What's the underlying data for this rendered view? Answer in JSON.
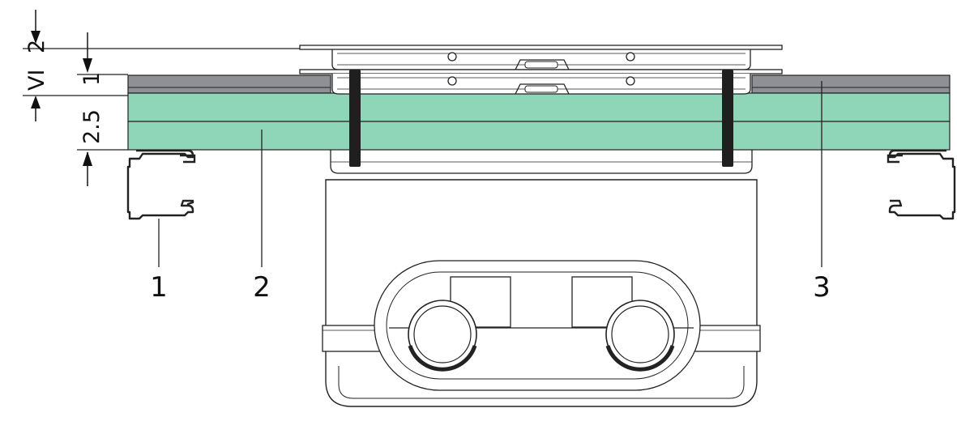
{
  "dimensions": {
    "top_gap": "2",
    "flush_gap": "1",
    "flush_symbol": "VI",
    "panel_thickness": "2.5"
  },
  "callouts": [
    {
      "id": "1",
      "label": "1"
    },
    {
      "id": "2",
      "label": "2"
    },
    {
      "id": "3",
      "label": "3"
    }
  ],
  "colors": {
    "floor_panel": "#8fd5b8",
    "covering": "#8e9095",
    "clamp": "#1f1f1f",
    "outline": "#222222"
  }
}
